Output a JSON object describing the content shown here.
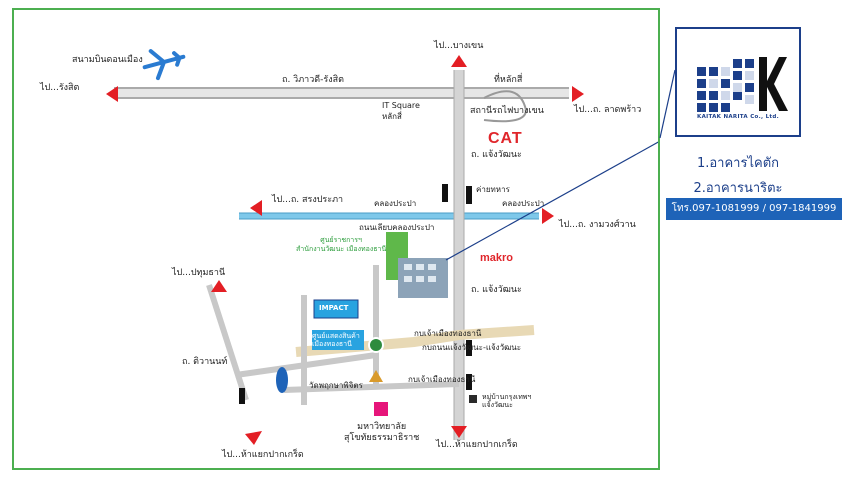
{
  "map": {
    "airport": "สนามบินดอนเมือง",
    "to_rangsit": "ไป...รังสิต",
    "to_bangkhen": "ไป...บางเขน",
    "road_vibhavadi": "ถ. วิภาวดี-รังสิต",
    "laksi": "ที่หลักสี่",
    "to_latphrao": "ไป...ถ. ลาดพร้าว",
    "it_square": "IT Square\nหลักสี่",
    "bangkhen_exit": "สถานีรถไฟบางเขน",
    "cat_logo": "CAT",
    "road_chaengwattana_1": "ถ. แจ้งวัฒนะ",
    "intersection": "ค่ายทหาร",
    "to_songprapa": "ไป...ถ. สรงประภา",
    "khlong_prapa_1": "คลองประปา",
    "khlong_prapa_2": "คลองประปา",
    "road_along_canal": "ถนนเลียบคลองประปา",
    "to_ngamwongwan": "ไป...ถ. งามวงศ์วาน",
    "green_label": "ศูนย์ราชการฯ\nสำนักงานวัฒนะ เมืองทองธานี",
    "makro": "makro",
    "road_chaengwattana_2": "ถ. แจ้งวัฒนะ",
    "to_pathumthani": "ไป...ปทุมธานี",
    "impact": "IMPACT",
    "impact_center": "ศูนย์แสดงสินค้า\nเมืองทองธานี",
    "kanlapaphruek_1": "กบเจ้าเมืองทองธานี",
    "kanlapaphruek_2": "กบถนนแจ้งวัฒนะ-แจ้งวัฒนะ",
    "road_tiwanon": "ถ. ติวานนท์",
    "wat_label": "วัดพฤกษาพิจิตร",
    "kanlapaphruek_3": "กบเจ้าเมืองทองธานี",
    "village_label": "หมู่บ้านกรุงเทพฯ\nแจ้งวัฒนะ",
    "university": "มหาวิทยาลัย\nสุโขทัยธรรมาธิราช",
    "to_pakkret_left": "ไป...ห้าแยกปากเกร็ด",
    "to_pakkret_right": "ไป...ห้าแยกปากเกร็ด"
  },
  "company": {
    "name": "KAITAK NARITA Co., Ltd.",
    "building_1": "1.อาคารไคตัก",
    "building_2": "2.อาคารนาริตะ",
    "phone": "โทร.097-1081999 / 097-1841999"
  },
  "colors": {
    "frame": "#4caf50",
    "road": "#c8c8c8",
    "canal": "#7ec8ea",
    "arrow": "#e31e24",
    "leader_line": "#1c3f8a",
    "phone_bg": "#1e63b8",
    "beige_road": "#e8d9b5",
    "roundabout": "#2e8b3e"
  },
  "icons": [
    "airplane-icon",
    "traffic-light-icon",
    "building-icon",
    "temple-icon",
    "lake-icon"
  ]
}
